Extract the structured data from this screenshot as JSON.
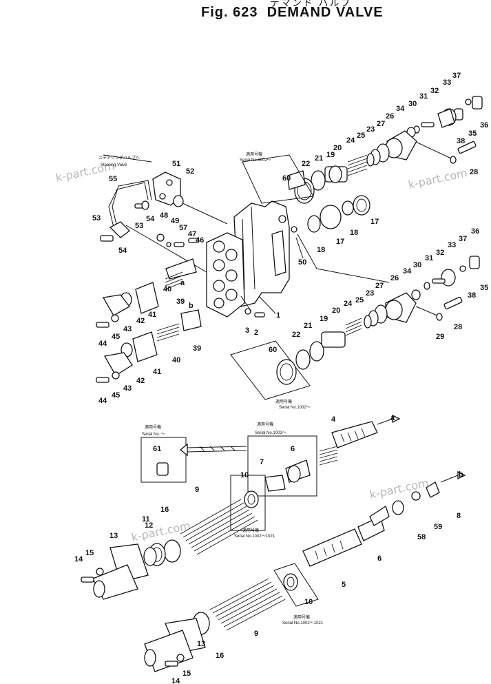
{
  "header": {
    "title_jp": "デマンド バルブ",
    "title": "Fig. 623  DEMAND VALVE"
  },
  "watermarks": [
    "k-part.com",
    "k-part.com",
    "k-part.com",
    "k-part.com"
  ],
  "notes": {
    "steering_jp": "ステアリングバルブへ",
    "steering_en": "Steering Valve",
    "applicable_jp": "適用号機",
    "serial_1002": "Serial No.1002～",
    "serial_1002_b": "Serial No.1002～",
    "serial_blank": "Serial No.  ～",
    "serial_1002_top": "Serial No.1002～",
    "serial_1002_1021_a": "Serial No.1002～1021",
    "serial_1002_1021_b": "Serial No.1002～1021"
  },
  "parts": {
    "p37a": "37",
    "p33a": "33",
    "p32a": "32",
    "p31a": "31",
    "p30a": "30",
    "p34a": "34",
    "p26a": "26",
    "p27a": "27",
    "p23a": "23",
    "p25a": "25",
    "p24a": "24",
    "p20a": "20",
    "p19a": "19",
    "p21a": "21",
    "p22a": "22",
    "p60a": "60",
    "p36a": "36",
    "p38a": "38",
    "p35a": "35",
    "p28a": "28",
    "p17a": "17",
    "p18a": "18",
    "p17b": "17",
    "p18b": "18",
    "p51": "51",
    "p52": "52",
    "p55": "55",
    "p53a": "53",
    "p53b": "53",
    "p54a": "54",
    "p54b": "54",
    "p48": "48",
    "p49": "49",
    "p57": "57",
    "p47": "47",
    "p46": "46",
    "p50": "50",
    "pa1": "a",
    "pb1": "b",
    "p40a": "40",
    "p39a": "39",
    "p41a": "41",
    "p42a": "42",
    "p43a": "43",
    "p45a": "45",
    "p44a": "44",
    "p1": "1",
    "p3": "3",
    "p2": "2",
    "p39b": "39",
    "p40b": "40",
    "p41b": "41",
    "p42b": "42",
    "p43b": "43",
    "p45b": "45",
    "p44b": "44",
    "p36b": "36",
    "p37b": "37",
    "p33b": "33",
    "p32b": "32",
    "p31b": "31",
    "p30b": "30",
    "p34b": "34",
    "p26b": "26",
    "p27b": "27",
    "p23b": "23",
    "p25b": "25",
    "p24b": "24",
    "p20b": "20",
    "p19b": "19",
    "p21b": "21",
    "p22b": "22",
    "p60b": "60",
    "p35b": "35",
    "p38b": "38",
    "p28b": "28",
    "p29b": "29",
    "p4": "4",
    "pa2": "a",
    "p61": "61",
    "p7": "7",
    "p6a": "6",
    "p10a": "10",
    "p9a": "9",
    "p16a": "16",
    "p11": "11",
    "p12": "12",
    "p13a": "13",
    "p14a": "14",
    "p15a": "15",
    "pb2": "b",
    "p8": "8",
    "p58": "58",
    "p59": "59",
    "p6b": "6",
    "p5": "5",
    "p10b": "10",
    "p9b": "9",
    "p16b": "16",
    "p13b": "13",
    "p14b": "14",
    "p15b": "15"
  }
}
